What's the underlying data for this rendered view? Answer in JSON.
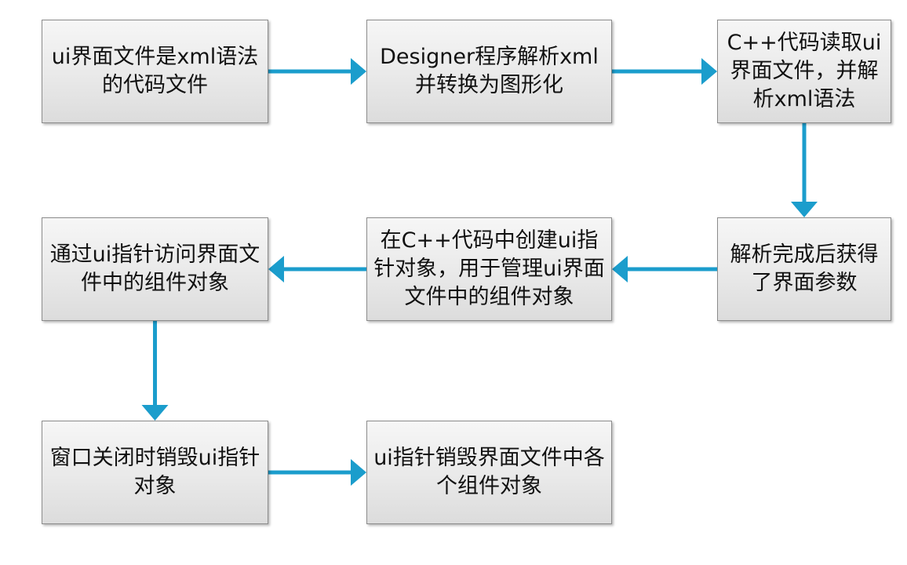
{
  "colors": {
    "arrow": "#1b9dcc",
    "box_border": "#8c8c8c",
    "box_fill": "#e9e9e9",
    "text": "#111111"
  },
  "nodes": {
    "n1": {
      "text": "ui界面文件是xml语法的代码文件"
    },
    "n2": {
      "text": "Designer程序解析xml并转换为图形化"
    },
    "n3": {
      "text": "C++代码读取ui界面文件，并解析xml语法"
    },
    "n4": {
      "text": "解析完成后获得了界面参数"
    },
    "n5": {
      "text": "在C++代码中创建ui指针对象，用于管理ui界面文件中的组件对象"
    },
    "n6": {
      "text": "通过ui指针访问界面文件中的组件对象"
    },
    "n7": {
      "text": "窗口关闭时销毁ui指针对象"
    },
    "n8": {
      "text": "ui指针销毁界面文件中各个组件对象"
    }
  },
  "edges": [
    {
      "from": "n1",
      "to": "n2"
    },
    {
      "from": "n2",
      "to": "n3"
    },
    {
      "from": "n3",
      "to": "n4"
    },
    {
      "from": "n4",
      "to": "n5"
    },
    {
      "from": "n5",
      "to": "n6"
    },
    {
      "from": "n6",
      "to": "n7"
    },
    {
      "from": "n7",
      "to": "n8"
    }
  ]
}
